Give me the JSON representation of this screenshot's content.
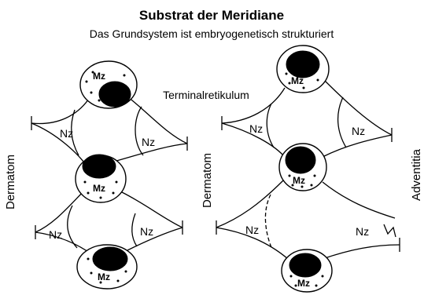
{
  "title": "Substrat der Meridiane",
  "subtitle": "Das Grundsystem ist embryogenetisch strukturiert",
  "labels": {
    "terminal_reticulum": "Terminalretikulum",
    "dermatom_left": "Dermatom",
    "dermatom_right": "Dermatom",
    "adventitia": "Adventitia"
  },
  "cell_label": "Mz",
  "connective_label": "Nz"
}
